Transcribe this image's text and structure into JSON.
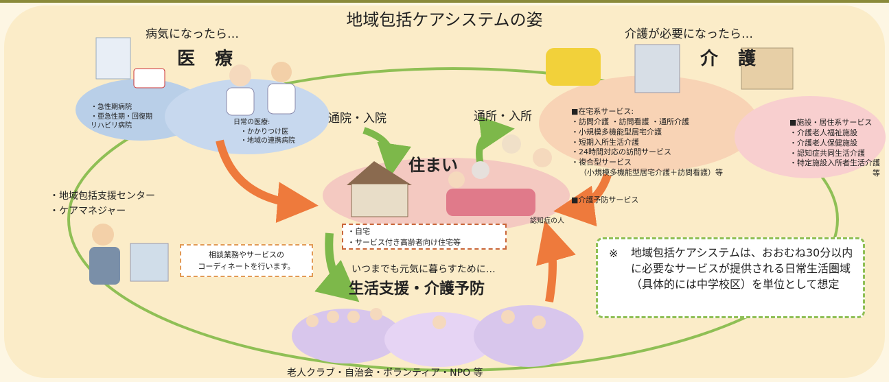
{
  "title": "地域包括ケアシステムの姿",
  "medical": {
    "heading": "病気になったら…",
    "label": "医 療",
    "hospitals": [
      "・急性期病院",
      "・亜急性期・回復期",
      "リハビリ病院"
    ],
    "daily_title": "日常の医療:",
    "daily_items": [
      "・かかりつけ医",
      "・地域の連携病院"
    ]
  },
  "care": {
    "heading": "介護が必要になったら…",
    "label": "介 護",
    "home_services_title": "■在宅系サービス:",
    "home_services": [
      "・訪問介護 ・訪問看護 ・通所介護",
      "・小規模多機能型居宅介護",
      "・短期入所生活介護",
      "・24時間対応の訪問サービス",
      "・複合型サービス",
      "（小規模多機能型居宅介護＋訪問看護）等"
    ],
    "prevention_service": "■介護予防サービス",
    "facility_title": "■施設・居住系サービス",
    "facility_items": [
      "・介護老人福祉施設",
      "・介護老人保健施設",
      "・認知症共同生活介護",
      "・特定施設入所者生活介護"
    ],
    "facility_suffix": "等"
  },
  "flows": {
    "hospital": "通院・入院",
    "daycare": "通所・入所"
  },
  "home": {
    "label": "住まい",
    "items": [
      "・自宅",
      "・サービス付き高齢者向け住宅等"
    ],
    "dementia": "認知症の人"
  },
  "support": {
    "center": [
      "・地域包括支援センター",
      "・ケアマネジャー"
    ],
    "consult": [
      "相談業務やサービスの",
      "コーディネートを行います。"
    ]
  },
  "life": {
    "lead": "いつまでも元気に暮らすために…",
    "label": "生活支援・介護予防",
    "groups": "老人クラブ・自治会・ボランティア・NPO 等"
  },
  "note": {
    "mark": "※",
    "text": "地域包括ケアシステムは、おおむね30分以内に必要なサービスが提供される日常生活圏域（具体的には中学校区）を単位として想定"
  },
  "colors": {
    "accent_green": "#8fbf55",
    "arrow_orange": "#ee7a3c",
    "ellipse_blue": "#b9cfe8",
    "ellipse_pink": "#f4c9c1",
    "ellipse_purple": "#d8c6ec"
  }
}
